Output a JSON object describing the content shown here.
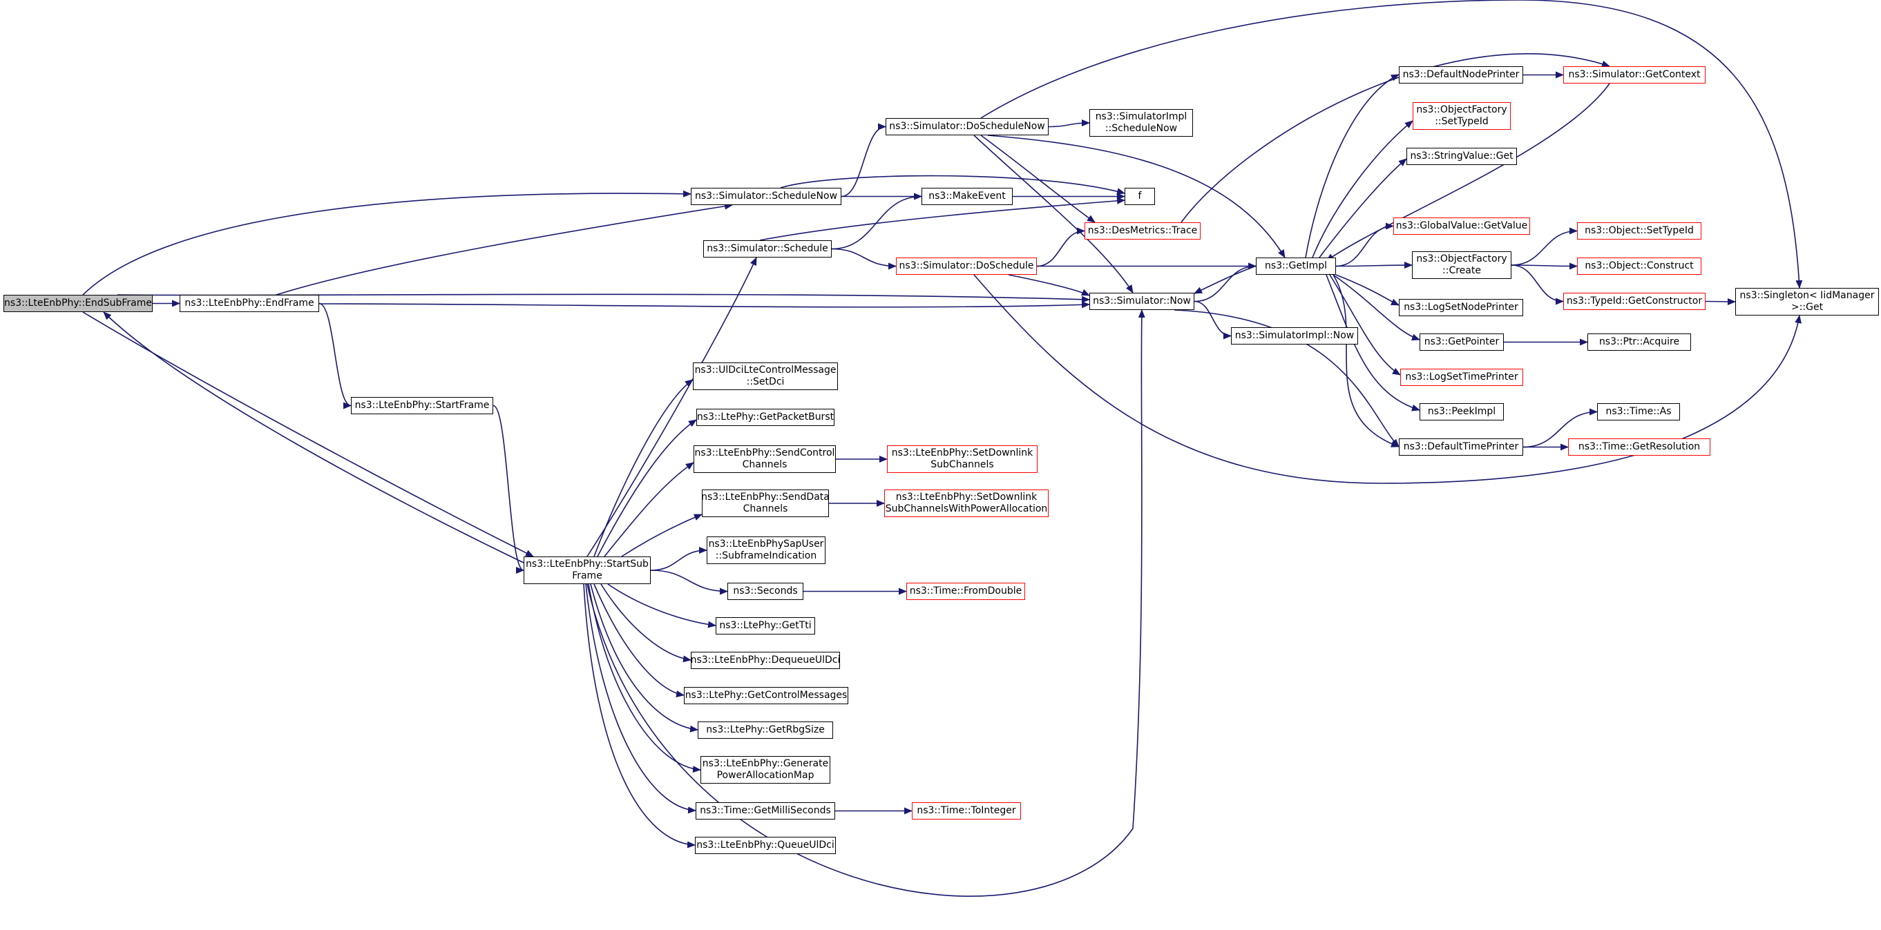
{
  "colors": {
    "edge": "#191970",
    "node_border": "#000000",
    "incomplete_border": "#ff0000",
    "root_fill": "#bfbfbf"
  },
  "nodes": {
    "end_sub_frame": "ns3::LteEnbPhy::EndSubFrame",
    "end_frame": "ns3::LteEnbPhy::EndFrame",
    "start_frame": "ns3::LteEnbPhy::StartFrame",
    "start_sub_frame": "ns3::LteEnbPhy::StartSub\nFrame",
    "schedule_now": "ns3::Simulator::ScheduleNow",
    "do_schedule_now": "ns3::Simulator::DoScheduleNow",
    "simimpl_schedule_now": "ns3::SimulatorImpl\n::ScheduleNow",
    "make_event": "ns3::MakeEvent",
    "f": "f",
    "des_metrics_trace": "ns3::DesMetrics::Trace",
    "schedule": "ns3::Simulator::Schedule",
    "do_schedule": "ns3::Simulator::DoSchedule",
    "now": "ns3::Simulator::Now",
    "simimpl_now": "ns3::SimulatorImpl::Now",
    "get_impl": "ns3::GetImpl",
    "default_node_printer": "ns3::DefaultNodePrinter",
    "get_context": "ns3::Simulator::GetContext",
    "of_set_type_id": "ns3::ObjectFactory\n::SetTypeId",
    "string_value_get": "ns3::StringValue::Get",
    "global_value_get_value": "ns3::GlobalValue::GetValue",
    "object_set_type_id": "ns3::Object::SetTypeId",
    "of_create": "ns3::ObjectFactory\n::Create",
    "object_construct": "ns3::Object::Construct",
    "typeid_get_constructor": "ns3::TypeId::GetConstructor",
    "singleton_get": "ns3::Singleton< IidManager\n>::Get",
    "log_set_node_printer": "ns3::LogSetNodePrinter",
    "get_pointer": "ns3::GetPointer",
    "ptr_acquire": "ns3::Ptr::Acquire",
    "log_set_time_printer": "ns3::LogSetTimePrinter",
    "peek_impl": "ns3::PeekImpl",
    "default_time_printer": "ns3::DefaultTimePrinter",
    "time_as": "ns3::Time::As",
    "time_get_resolution": "ns3::Time::GetResolution",
    "set_dci": "ns3::UlDciLteControlMessage\n::SetDci",
    "get_packet_burst": "ns3::LtePhy::GetPacketBurst",
    "send_control_channels": "ns3::LteEnbPhy::SendControl\nChannels",
    "set_downlink_subchannels": "ns3::LteEnbPhy::SetDownlink\nSubChannels",
    "send_data_channels": "ns3::LteEnbPhy::SendData\nChannels",
    "set_downlink_subchannels_power": "ns3::LteEnbPhy::SetDownlink\nSubChannelsWithPowerAllocation",
    "subframe_indication": "ns3::LteEnbPhySapUser\n::SubframeIndication",
    "seconds": "ns3::Seconds",
    "time_from_double": "ns3::Time::FromDouble",
    "get_tti": "ns3::LtePhy::GetTti",
    "dequeue_ul_dci": "ns3::LteEnbPhy::DequeueUlDci",
    "get_control_messages": "ns3::LtePhy::GetControlMessages",
    "get_rbg_size": "ns3::LtePhy::GetRbgSize",
    "generate_power_allocation_map": "ns3::LteEnbPhy::Generate\nPowerAllocationMap",
    "get_milli_seconds": "ns3::Time::GetMilliSeconds",
    "time_to_integer": "ns3::Time::ToInteger",
    "queue_ul_dci": "ns3::LteEnbPhy::QueueUlDci"
  },
  "edges": [
    [
      "end_sub_frame",
      "end_frame"
    ],
    [
      "end_sub_frame",
      "schedule_now"
    ],
    [
      "end_sub_frame",
      "now"
    ],
    [
      "end_sub_frame",
      "start_sub_frame"
    ],
    [
      "end_frame",
      "schedule_now"
    ],
    [
      "end_frame",
      "now"
    ],
    [
      "end_frame",
      "start_frame"
    ],
    [
      "start_frame",
      "start_sub_frame"
    ],
    [
      "start_sub_frame",
      "end_sub_frame"
    ],
    [
      "start_sub_frame",
      "schedule"
    ],
    [
      "start_sub_frame",
      "now"
    ],
    [
      "start_sub_frame",
      "set_dci"
    ],
    [
      "start_sub_frame",
      "get_packet_burst"
    ],
    [
      "start_sub_frame",
      "send_control_channels"
    ],
    [
      "start_sub_frame",
      "send_data_channels"
    ],
    [
      "start_sub_frame",
      "subframe_indication"
    ],
    [
      "start_sub_frame",
      "seconds"
    ],
    [
      "start_sub_frame",
      "get_tti"
    ],
    [
      "start_sub_frame",
      "dequeue_ul_dci"
    ],
    [
      "start_sub_frame",
      "get_control_messages"
    ],
    [
      "start_sub_frame",
      "get_rbg_size"
    ],
    [
      "start_sub_frame",
      "generate_power_allocation_map"
    ],
    [
      "start_sub_frame",
      "get_milli_seconds"
    ],
    [
      "start_sub_frame",
      "queue_ul_dci"
    ],
    [
      "schedule_now",
      "do_schedule_now"
    ],
    [
      "schedule_now",
      "make_event"
    ],
    [
      "schedule_now",
      "f"
    ],
    [
      "do_schedule_now",
      "simimpl_schedule_now"
    ],
    [
      "do_schedule_now",
      "get_impl"
    ],
    [
      "do_schedule_now",
      "des_metrics_trace"
    ],
    [
      "do_schedule_now",
      "now"
    ],
    [
      "do_schedule_now",
      "singleton_get"
    ],
    [
      "make_event",
      "f"
    ],
    [
      "schedule",
      "make_event"
    ],
    [
      "schedule",
      "f"
    ],
    [
      "schedule",
      "do_schedule"
    ],
    [
      "do_schedule",
      "des_metrics_trace"
    ],
    [
      "do_schedule",
      "get_impl"
    ],
    [
      "do_schedule",
      "now"
    ],
    [
      "do_schedule",
      "singleton_get"
    ],
    [
      "des_metrics_trace",
      "get_context"
    ],
    [
      "now",
      "get_impl"
    ],
    [
      "now",
      "simimpl_now"
    ],
    [
      "now",
      "default_time_printer"
    ],
    [
      "get_impl",
      "default_node_printer"
    ],
    [
      "get_impl",
      "of_set_type_id"
    ],
    [
      "get_impl",
      "string_value_get"
    ],
    [
      "get_impl",
      "global_value_get_value"
    ],
    [
      "get_impl",
      "of_create"
    ],
    [
      "get_impl",
      "log_set_node_printer"
    ],
    [
      "get_impl",
      "get_pointer"
    ],
    [
      "get_impl",
      "log_set_time_printer"
    ],
    [
      "get_impl",
      "peek_impl"
    ],
    [
      "get_impl",
      "default_time_printer"
    ],
    [
      "get_impl",
      "now"
    ],
    [
      "default_node_printer",
      "get_context"
    ],
    [
      "get_context",
      "get_impl"
    ],
    [
      "of_create",
      "object_set_type_id"
    ],
    [
      "of_create",
      "object_construct"
    ],
    [
      "of_create",
      "typeid_get_constructor"
    ],
    [
      "typeid_get_constructor",
      "singleton_get"
    ],
    [
      "get_pointer",
      "ptr_acquire"
    ],
    [
      "default_time_printer",
      "time_as"
    ],
    [
      "default_time_printer",
      "time_get_resolution"
    ],
    [
      "send_control_channels",
      "set_downlink_subchannels"
    ],
    [
      "send_data_channels",
      "set_downlink_subchannels_power"
    ],
    [
      "seconds",
      "time_from_double"
    ],
    [
      "get_milli_seconds",
      "time_to_integer"
    ]
  ]
}
